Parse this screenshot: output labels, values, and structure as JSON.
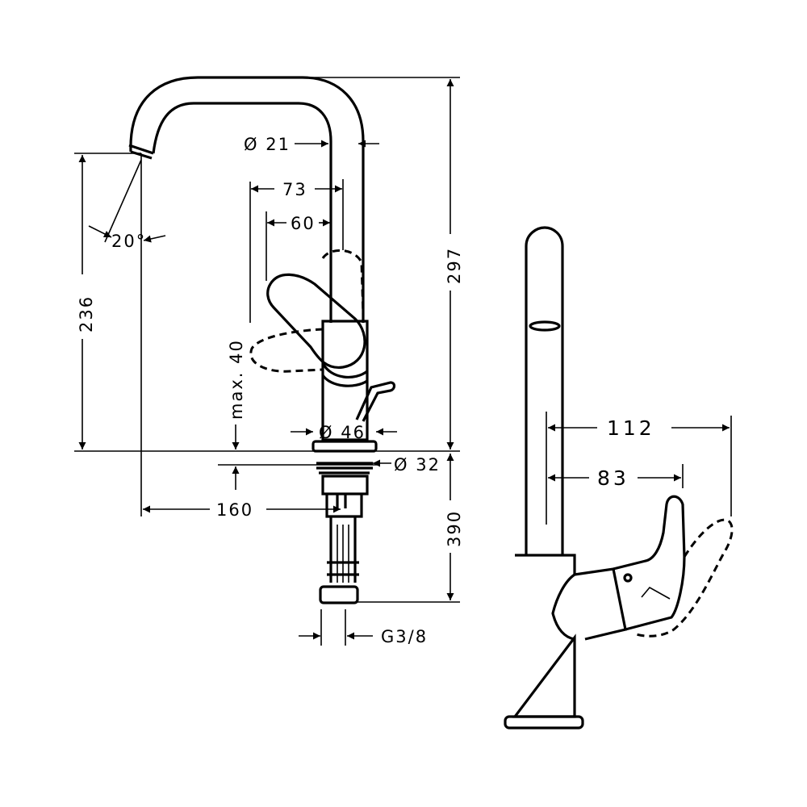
{
  "dimensions": {
    "d21": "Ø 21",
    "d73": "73",
    "d60": "60",
    "angle20": "20°",
    "d236": "236",
    "d297": "297",
    "max40": "max. 40",
    "d46": "Ø 46",
    "d32": "Ø 32",
    "d160": "160",
    "d390": "390",
    "g38": "G3/8",
    "d112": "112",
    "d83": "83"
  }
}
